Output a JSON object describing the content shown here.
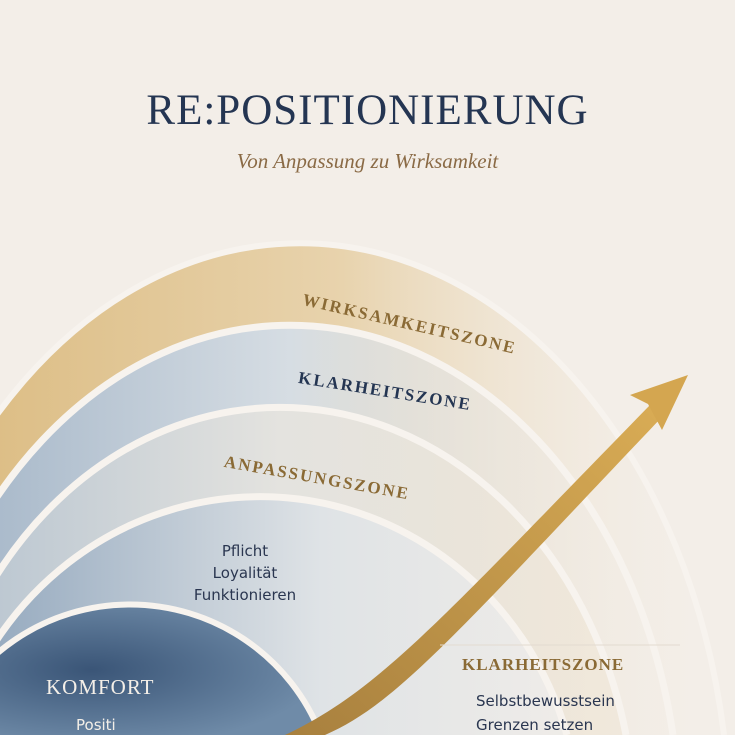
{
  "header": {
    "title": "RE:POSITIONIERUNG",
    "subtitle": "Von Anpassung zu Wirksamkeit"
  },
  "zones": {
    "wirksamkeit": "WIRKSAMKEITSZONE",
    "klarheit": "KLARHEITSZONE",
    "anpassung": "ANPASSUNGSZONE",
    "inner_items": [
      "Pflicht",
      "Loyalität",
      "Funktionieren"
    ],
    "komfort": "KOMFORT",
    "komfort_items": [
      "Positi"
    ]
  },
  "legend": {
    "title": "KLARHEITSZONE",
    "items": [
      "Selbstbewusstsein",
      "Grenzen setzen"
    ]
  },
  "colors": {
    "background": "#f3eee8",
    "navy": "#243552",
    "gold": "#c49a4a",
    "gold_text": "#8a6a35"
  }
}
